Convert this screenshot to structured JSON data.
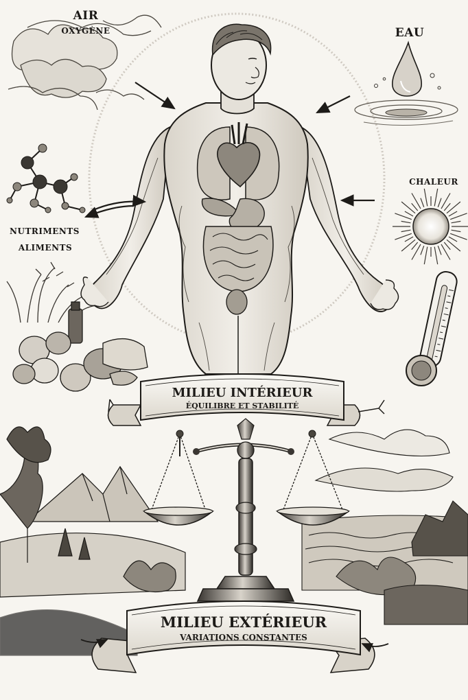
{
  "labels": {
    "air": "AIR",
    "oxygen": "OXYGÈNE",
    "water": "EAU",
    "heat": "CHALEUR",
    "nutrients": "NUTRIMENTS",
    "foods": "ALIMENTS"
  },
  "banner_interior": {
    "title": "MILIEU INTÉRIEUR",
    "subtitle": "ÉQUILIBRE ET STABILITÉ"
  },
  "banner_exterior": {
    "title": "MILIEU EXTÉRIEUR",
    "subtitle": "VARIATIONS CONSTANTES"
  },
  "colors": {
    "ink": "#1d1b18",
    "paper": "#f7f5f0",
    "shade": "#8d877d"
  }
}
